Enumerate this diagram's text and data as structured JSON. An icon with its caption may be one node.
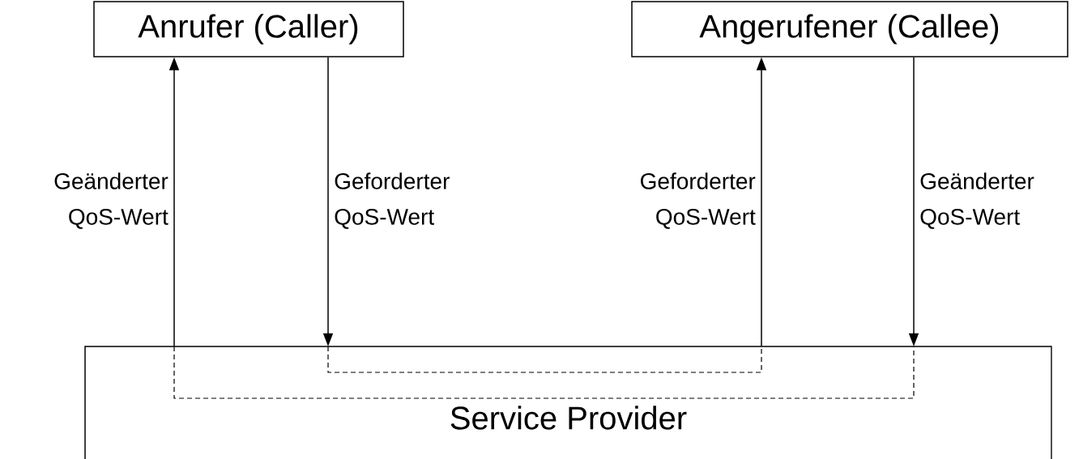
{
  "diagram": {
    "nodes": [
      {
        "text": [
          "Anrufer (Caller)"
        ]
      },
      {
        "text": [
          "Angerufener (Callee)"
        ]
      },
      {
        "text": [
          "Service Provider"
        ]
      }
    ],
    "edges": [
      {
        "from": 2,
        "to": 0,
        "arrow": "to",
        "label": "Geänderter QoS-Wert"
      },
      {
        "from": 0,
        "to": 2,
        "arrow": "to",
        "label": "Geforderter QoS-Wert"
      },
      {
        "from": 2,
        "to": 1,
        "arrow": "to",
        "label": "Geforderter QoS-Wert"
      },
      {
        "from": 1,
        "to": 2,
        "arrow": "to",
        "label": "Geänderter QoS-Wert"
      }
    ]
  }
}
